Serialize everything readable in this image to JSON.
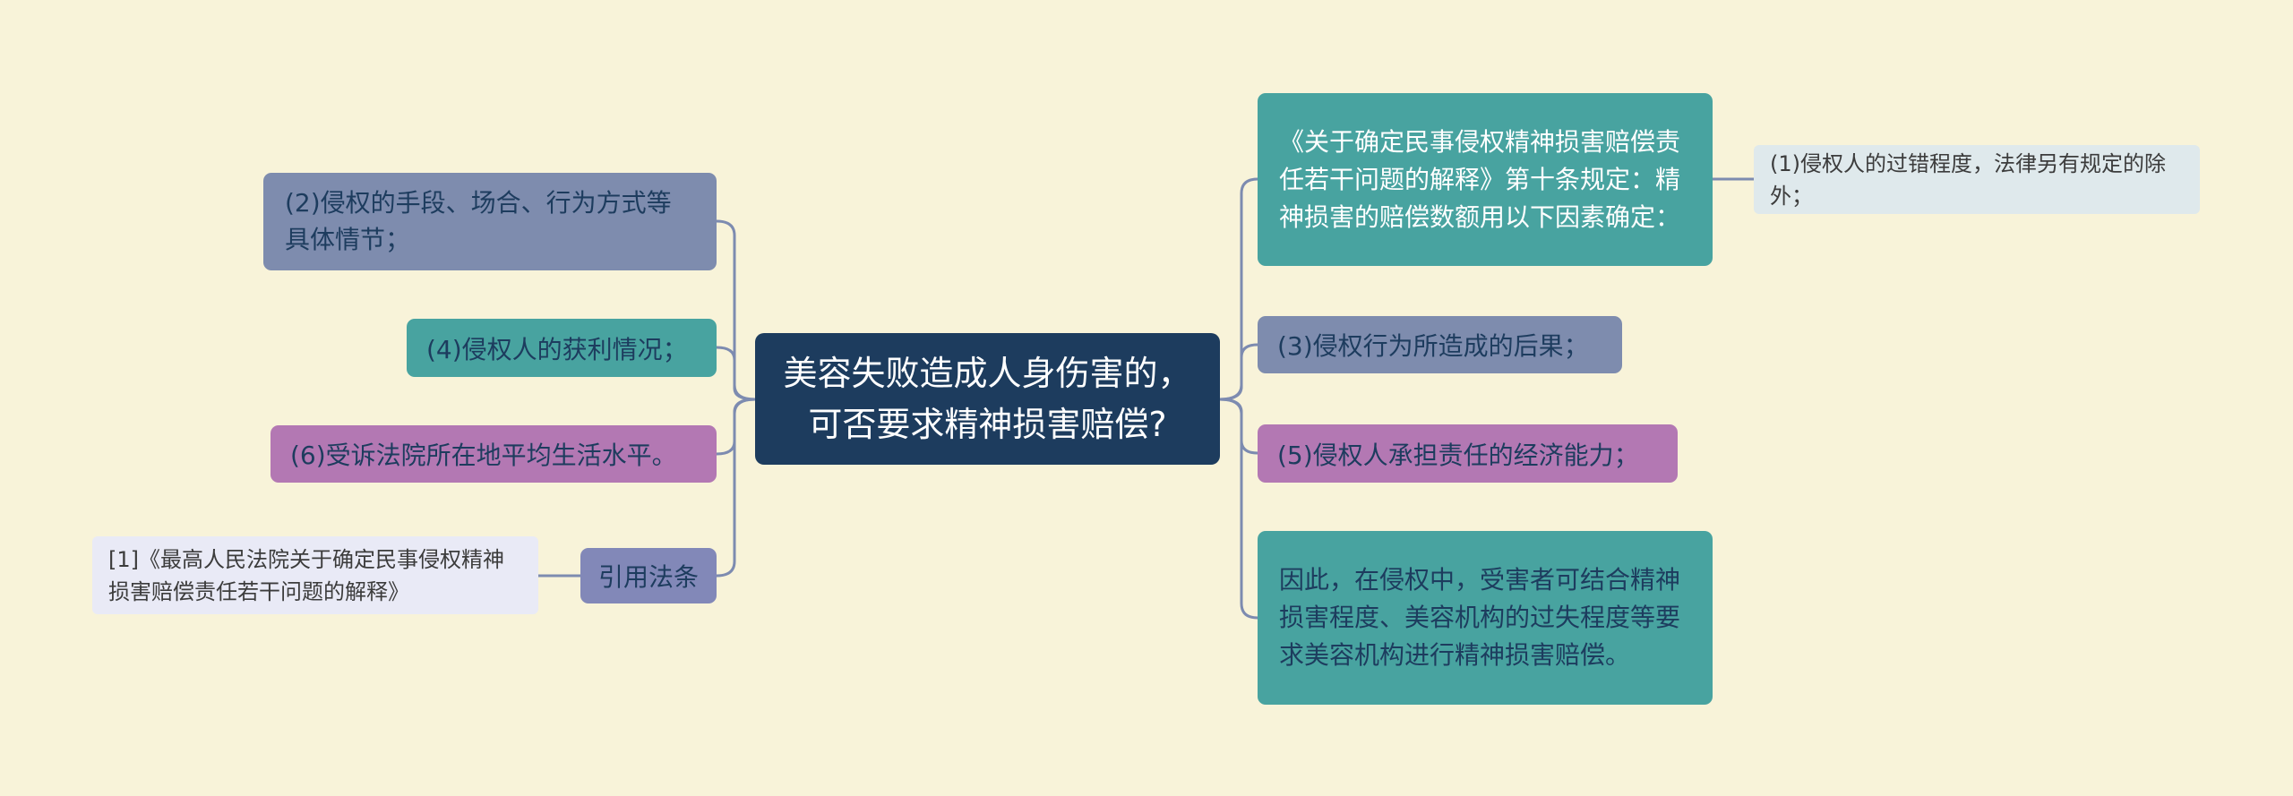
{
  "colors": {
    "bg": "#f8f3d9",
    "line": "#7d8bb0",
    "center_bg": "#1d3c5e",
    "center_text": "#ffffff",
    "slate_bg": "#7e8cae",
    "teal_bg": "#48a3a0",
    "purple_bg": "#b378b3",
    "cite_label_bg": "#8288b8",
    "citation_bg": "#e9eaf6",
    "pale_bg": "#dfe9ec",
    "dark_text": "#1d3c5e",
    "neutral_text": "#3c3c3c"
  },
  "center": {
    "label": "美容失败造成人身伤害的，可否要求精神损害赔偿?"
  },
  "left_branch": {
    "item_2": {
      "label": "(2)侵权的手段、场合、行为方式等具体情节；"
    },
    "item_4": {
      "label": "(4)侵权人的获利情况；"
    },
    "item_6": {
      "label": "(6)受诉法院所在地平均生活水平。"
    },
    "cite_label": {
      "label": "引用法条"
    },
    "citation": {
      "label": "[1]《最高人民法院关于确定民事侵权精神损害赔偿责任若干问题的解释》"
    }
  },
  "right_branch": {
    "rule": {
      "label": "《关于确定民事侵权精神损害赔偿责任若干问题的解释》第十条规定：精神损害的赔偿数额用以下因素确定："
    },
    "item_1": {
      "label": "(1)侵权人的过错程度，法律另有规定的除外；"
    },
    "item_3": {
      "label": "(3)侵权行为所造成的后果；"
    },
    "item_5": {
      "label": "(5)侵权人承担责任的经济能力；"
    },
    "conclusion": {
      "label": "因此，在侵权中，受害者可结合精神损害程度、美容机构的过失程度等要求美容机构进行精神损害赔偿。"
    }
  }
}
